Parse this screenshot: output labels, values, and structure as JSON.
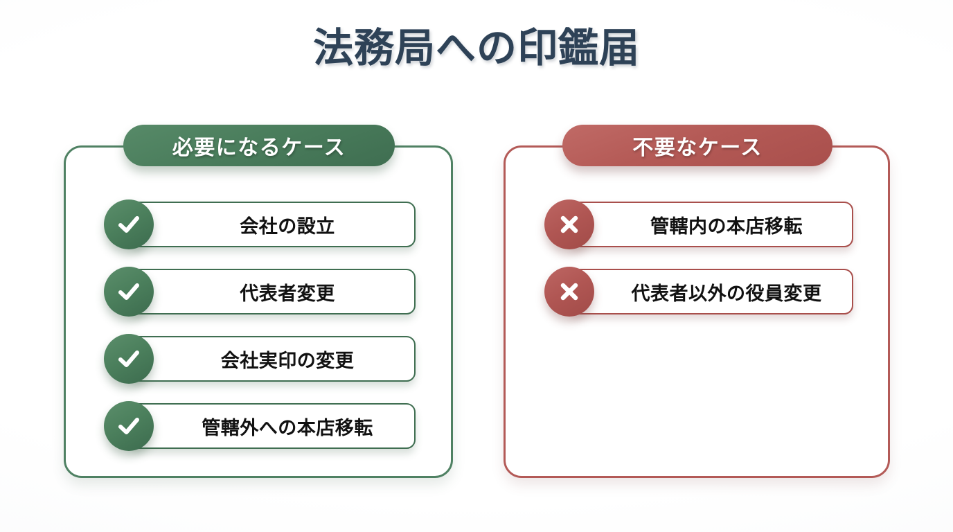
{
  "page": {
    "title": "法務局への印鑑届",
    "background_color": "#ffffff",
    "title_color": "#2e4257"
  },
  "panels": [
    {
      "id": "required",
      "header": "必要になるケース",
      "accent_color": "#3f6e51",
      "badge_icon": "check-icon",
      "items": [
        {
          "label": "会社の設立"
        },
        {
          "label": "代表者変更"
        },
        {
          "label": "会社実印の変更"
        },
        {
          "label": "管轄外への本店移転"
        }
      ]
    },
    {
      "id": "not-required",
      "header": "不要なケース",
      "accent_color": "#a94f4c",
      "badge_icon": "cross-icon",
      "items": [
        {
          "label": "管轄内の本店移転"
        },
        {
          "label": "代表者以外の役員変更"
        }
      ]
    }
  ]
}
